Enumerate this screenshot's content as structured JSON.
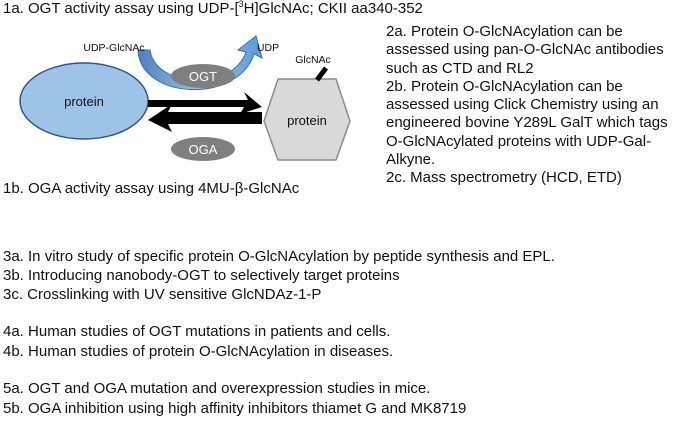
{
  "colors": {
    "protein_ellipse": "#9dc3e6",
    "protein_hexagon": "#d9d9d9",
    "enzyme_oval": "#7f7f7f",
    "curved_arrow": "#5b9bd5",
    "text": "#111111"
  },
  "heading": {
    "part1": "1a. OGT activity assay using UDP-[",
    "sup": "3",
    "part2": "H]GlcNAc; CKII aa340-352"
  },
  "diagram": {
    "udp_glcnac": "UDP-GlcNAc",
    "udp": "UDP",
    "glcnac": "GlcNAc",
    "ogt": "OGT",
    "oga": "OGA",
    "protein_left": "protein",
    "protein_right": "protein"
  },
  "oga_assay": "1b. OGA activity assay using 4MU-β-GlcNAc",
  "right_block": {
    "l1": "2a. Protein O-GlcNAcylation can be",
    "l2": "assessed using pan-O-GlcNAc antibodies",
    "l3": "such as CTD and RL2",
    "l4": "2b. Protein O-GlcNAcylation can be",
    "l5": "assessed using Click Chemistry using an",
    "l6": "engineered bovine Y289L GalT which tags",
    "l7": "O-GlcNAcylated proteins with UDP-Gal-",
    "l8": "Alkyne.",
    "l9": "2c.  Mass spectrometry (HCD, ETD)"
  },
  "section3": {
    "a": "3a. In vitro study of specific protein O-GlcNAcylation by peptide synthesis and EPL.",
    "b": "3b. Introducing nanobody-OGT to selectively target proteins",
    "c": "3c. Crosslinking with UV sensitive GlcNDAz-1-P"
  },
  "section4": {
    "a": "4a. Human studies of OGT mutations in patients and cells.",
    "b": "4b. Human studies of protein O-GlcNAcylation in diseases."
  },
  "section5": {
    "a": "5a. OGT and OGA mutation and overexpression studies in mice.",
    "b": "5b. OGA inhibition using high affinity inhibitors thiamet G and MK8719"
  }
}
